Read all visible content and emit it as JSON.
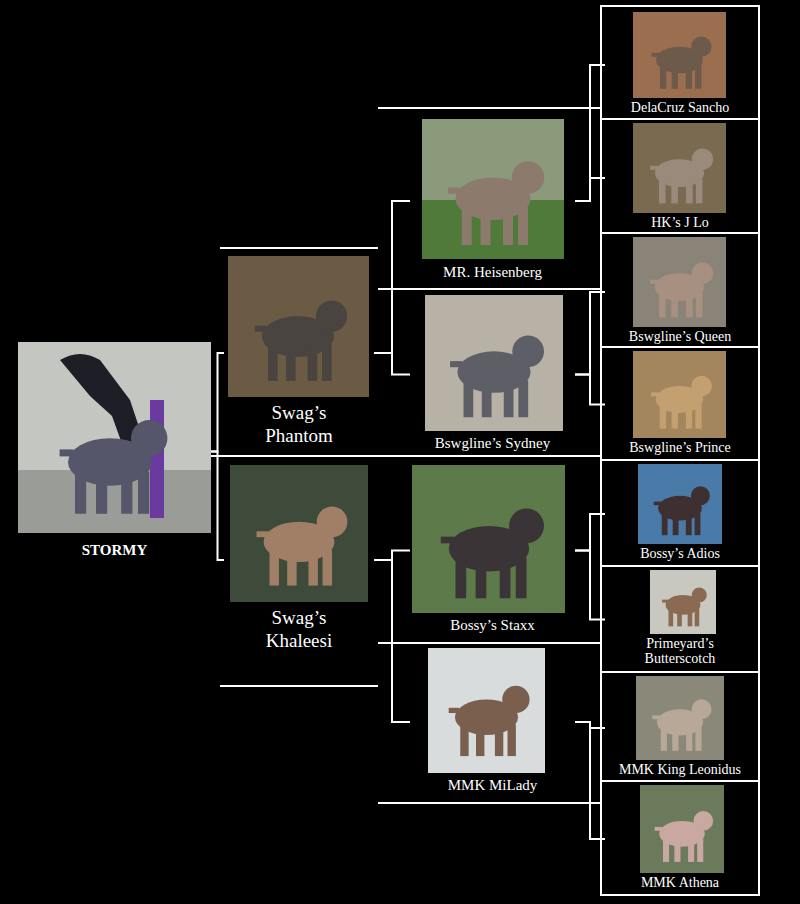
{
  "diagram": {
    "nodes": [
      {
        "text": [
          "STORMY"
        ]
      },
      {
        "text": [
          "Swag’s Phantom"
        ]
      },
      {
        "text": [
          "Swag’s Khaleesi"
        ]
      },
      {
        "text": [
          "MR. Heisenberg"
        ]
      },
      {
        "text": [
          "Bswgline’s Sydney"
        ]
      },
      {
        "text": [
          "Bossy’s Staxx"
        ]
      },
      {
        "text": [
          "MMK MiLady"
        ]
      },
      {
        "text": [
          "DelaCruz Sancho"
        ]
      },
      {
        "text": [
          "HK’s J Lo"
        ]
      },
      {
        "text": [
          "Bswgline’s Queen"
        ]
      },
      {
        "text": [
          "Bswgline’s Prince"
        ]
      },
      {
        "text": [
          "Bossy’s Adios"
        ]
      },
      {
        "text": [
          "Primeyard’s Butterscotch"
        ]
      },
      {
        "text": [
          "MMK King Leonidus"
        ]
      },
      {
        "text": [
          "MMK Athena"
        ]
      }
    ],
    "edges": [
      {
        "from": 0,
        "to": 1,
        "arrow": "none"
      },
      {
        "from": 0,
        "to": 2,
        "arrow": "none"
      },
      {
        "from": 1,
        "to": 3,
        "arrow": "none"
      },
      {
        "from": 1,
        "to": 4,
        "arrow": "none"
      },
      {
        "from": 2,
        "to": 5,
        "arrow": "none"
      },
      {
        "from": 2,
        "to": 6,
        "arrow": "none"
      },
      {
        "from": 3,
        "to": 7,
        "arrow": "none"
      },
      {
        "from": 3,
        "to": 8,
        "arrow": "none"
      },
      {
        "from": 4,
        "to": 9,
        "arrow": "none"
      },
      {
        "from": 4,
        "to": 10,
        "arrow": "none"
      },
      {
        "from": 5,
        "to": 11,
        "arrow": "none"
      },
      {
        "from": 5,
        "to": 12,
        "arrow": "none"
      },
      {
        "from": 6,
        "to": 13,
        "arrow": "none"
      },
      {
        "from": 6,
        "to": 14,
        "arrow": "none"
      }
    ]
  }
}
